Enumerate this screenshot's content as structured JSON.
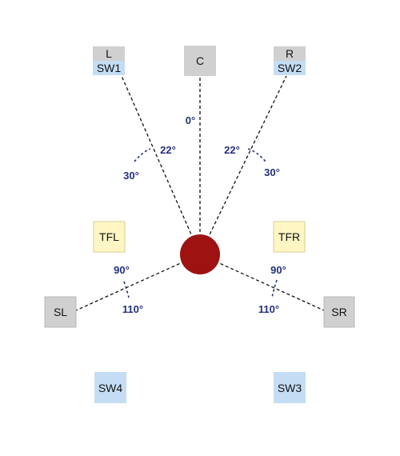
{
  "colors": {
    "speaker_gray": "#d0d0d0",
    "speaker_gray_border": "#b8b8b8",
    "sub_blue": "#c4ddf4",
    "top_yellow": "#fff6c4",
    "top_yellow_border": "#d8cc90",
    "listener_red": "#9e1212",
    "angle_blue": "#25307a",
    "line": "#111111"
  },
  "speakers": {
    "left": {
      "label": "L",
      "sub": "SW1"
    },
    "center": {
      "label": "C"
    },
    "right": {
      "label": "R",
      "sub": "SW2"
    },
    "top_front_left": {
      "label": "TFL"
    },
    "top_front_right": {
      "label": "TFR"
    },
    "side_left": {
      "label": "SL"
    },
    "side_right": {
      "label": "SR"
    },
    "sub_rear_left": {
      "label": "SW4"
    },
    "sub_rear_right": {
      "label": "SW3"
    }
  },
  "angles": {
    "center": "0°",
    "front_left_inner": "22°",
    "front_left_outer": "30°",
    "front_right_inner": "22°",
    "front_right_outer": "30°",
    "side_left_inner": "90°",
    "side_left_outer": "110°",
    "side_right_inner": "90°",
    "side_right_outer": "110°"
  }
}
